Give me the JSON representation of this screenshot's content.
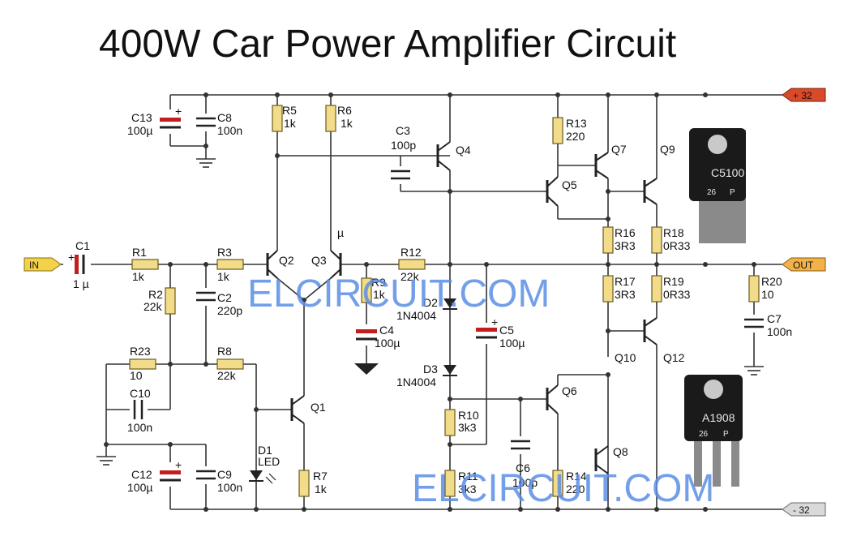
{
  "title": "400W Car Power Amplifier Circuit",
  "watermarks": [
    "ELCIRCUIT.COM",
    "ELCIRCUIT.COM"
  ],
  "terminals": {
    "in": "IN",
    "out": "OUT",
    "vplus": "+ 32",
    "vminus": "- 32"
  },
  "components": {
    "c1": {
      "ref": "C1",
      "val": "1 µ"
    },
    "r1": {
      "ref": "R1",
      "val": "1k"
    },
    "r2": {
      "ref": "R2",
      "val": "22k"
    },
    "r3": {
      "ref": "R3",
      "val": "1k"
    },
    "c2": {
      "ref": "C2",
      "val": "220p"
    },
    "r23": {
      "ref": "R23",
      "val": "10"
    },
    "r8": {
      "ref": "R8",
      "val": "22k"
    },
    "c10": {
      "ref": "C10",
      "val": "100n"
    },
    "c12": {
      "ref": "C12",
      "val": "100µ"
    },
    "c9": {
      "ref": "C9",
      "val": "100n"
    },
    "c13": {
      "ref": "C13",
      "val": "100µ"
    },
    "c8": {
      "ref": "C8",
      "val": "100n"
    },
    "r5": {
      "ref": "R5",
      "val": "1k"
    },
    "r6": {
      "ref": "R6",
      "val": "1k"
    },
    "q2": {
      "ref": "Q2"
    },
    "q3": {
      "ref": "Q3"
    },
    "q1": {
      "ref": "Q1"
    },
    "d1": {
      "ref": "D1",
      "val": "LED"
    },
    "r7": {
      "ref": "R7",
      "val": "1k"
    },
    "r9": {
      "ref": "R9",
      "val": "1k"
    },
    "c4": {
      "ref": "C4",
      "val": "100µ"
    },
    "c3": {
      "ref": "C3",
      "val": "100p"
    },
    "r12": {
      "ref": "R12",
      "val": "22k"
    },
    "q4": {
      "ref": "Q4"
    },
    "d2": {
      "ref": "D2",
      "val": "1N4004"
    },
    "d3": {
      "ref": "D3",
      "val": "1N4004"
    },
    "c5": {
      "ref": "C5",
      "val": "100µ"
    },
    "r10": {
      "ref": "R10",
      "val": "3k3"
    },
    "r11": {
      "ref": "R11",
      "val": "3k3"
    },
    "c6": {
      "ref": "C6",
      "val": "100p"
    },
    "r13": {
      "ref": "R13",
      "val": "220"
    },
    "q5": {
      "ref": "Q5"
    },
    "q7": {
      "ref": "Q7"
    },
    "q9": {
      "ref": "Q9"
    },
    "r16": {
      "ref": "R16",
      "val": "3R3"
    },
    "r17": {
      "ref": "R17",
      "val": "3R3"
    },
    "r18": {
      "ref": "R18",
      "val": "0R33"
    },
    "r19": {
      "ref": "R19",
      "val": "0R33"
    },
    "q6": {
      "ref": "Q6"
    },
    "q8": {
      "ref": "Q8"
    },
    "r14": {
      "ref": "R14",
      "val": "220"
    },
    "q10": {
      "ref": "Q10"
    },
    "q12": {
      "ref": "Q12"
    },
    "r20": {
      "ref": "R20",
      "val": "10"
    },
    "c7": {
      "ref": "C7",
      "val": "100n"
    }
  },
  "stray_mu": "µ",
  "transistor_photos": [
    {
      "marking": "C5100",
      "code": "26",
      "grade": "P"
    },
    {
      "marking": "A1908",
      "code": "26",
      "grade": "P"
    }
  ],
  "colors": {
    "resistor": "#f2dc8a",
    "electrolytic": "#c41d1d",
    "terminal_in": "#f2d24a",
    "terminal_out": "#f2b24a",
    "terminal_vplus": "#d84a2a",
    "terminal_vminus": "#d9d9d9",
    "watermark": "#5b8fe6"
  }
}
